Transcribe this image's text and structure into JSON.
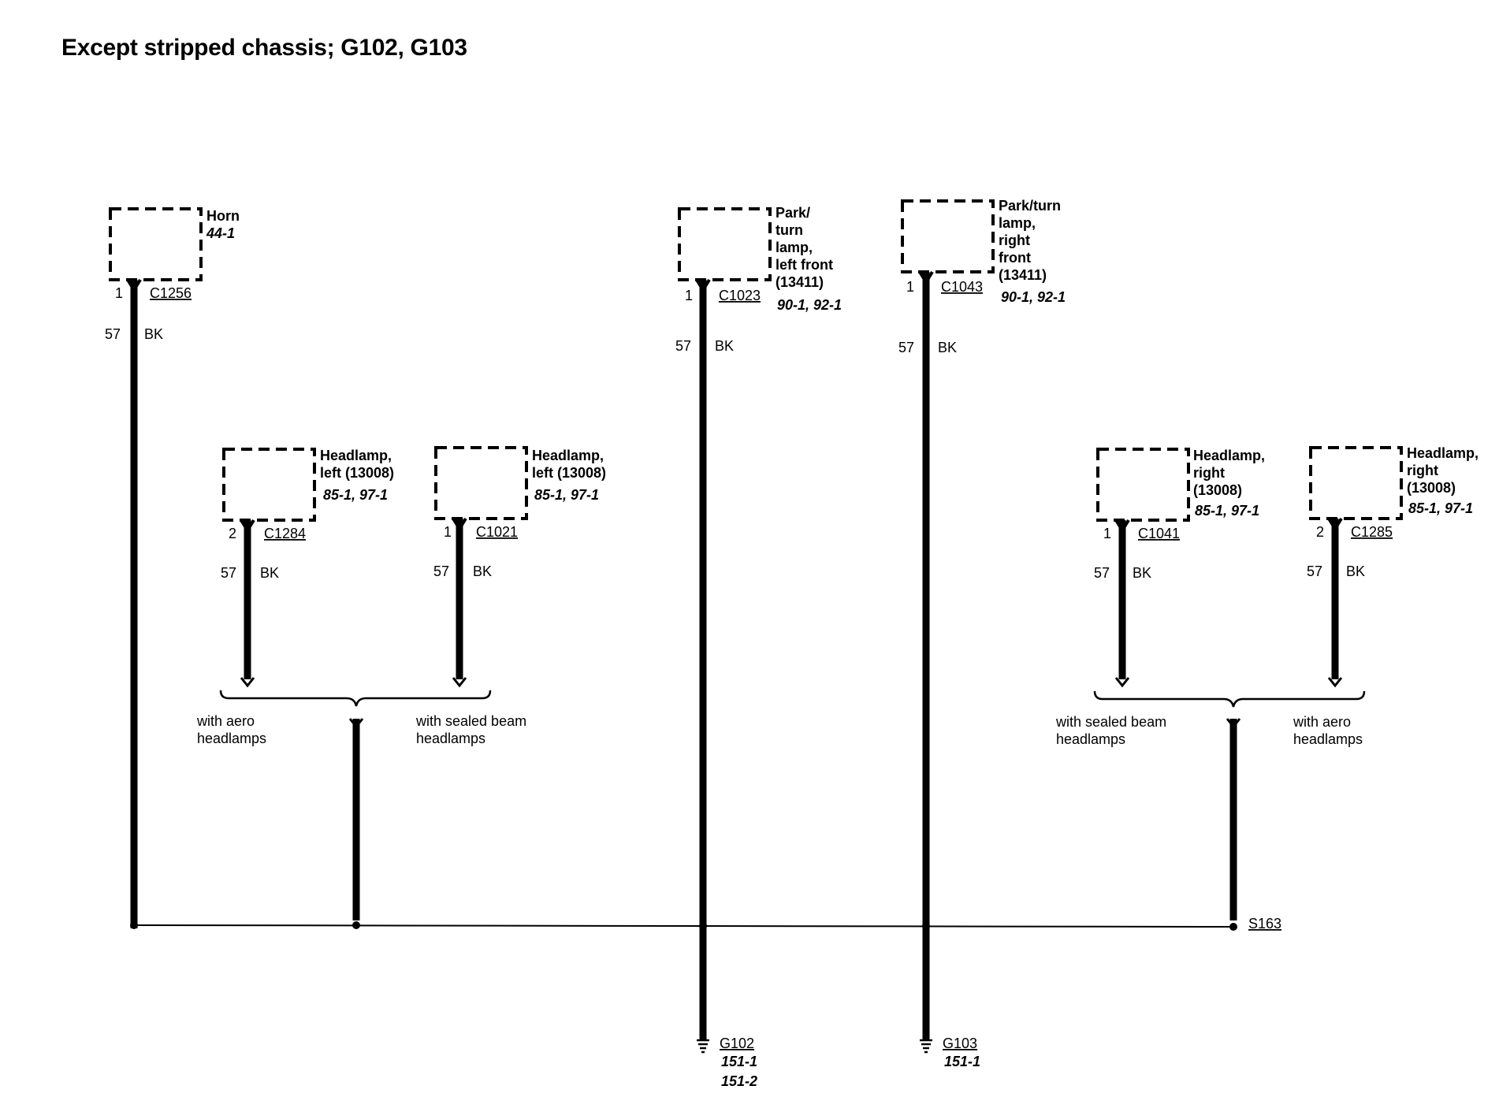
{
  "title": "Except stripped chassis; G102, G103",
  "components": {
    "horn": {
      "name": "Horn",
      "ref": "44-1",
      "pin": "1",
      "connector": "C1256",
      "circuit": "57",
      "color": "BK"
    },
    "hl_left_aero": {
      "name1": "Headlamp,",
      "name2": "left (13008)",
      "ref": "85-1, 97-1",
      "pin": "2",
      "connector": "C1284",
      "circuit": "57",
      "color": "BK"
    },
    "hl_left_sealed": {
      "name1": "Headlamp,",
      "name2": "left (13008)",
      "ref": "85-1, 97-1",
      "pin": "1",
      "connector": "C1021",
      "circuit": "57",
      "color": "BK"
    },
    "park_left": {
      "name1": "Park/",
      "name2": "turn",
      "name3": "lamp,",
      "name4": "left front",
      "name5": "(13411)",
      "ref": "90-1, 92-1",
      "pin": "1",
      "connector": "C1023",
      "circuit": "57",
      "color": "BK"
    },
    "park_right": {
      "name1": "Park/turn",
      "name2": "lamp,",
      "name3": "right",
      "name4": "front",
      "name5": "(13411)",
      "ref": "90-1, 92-1",
      "pin": "1",
      "connector": "C1043",
      "circuit": "57",
      "color": "BK"
    },
    "hl_right_sealed": {
      "name1": "Headlamp,",
      "name2": "right",
      "name3": "(13008)",
      "ref": "85-1, 97-1",
      "pin": "1",
      "connector": "C1041",
      "circuit": "57",
      "color": "BK"
    },
    "hl_right_aero": {
      "name1": "Headlamp,",
      "name2": "right",
      "name3": "(13008)",
      "ref": "85-1, 97-1",
      "pin": "2",
      "connector": "C1285",
      "circuit": "57",
      "color": "BK"
    }
  },
  "options": {
    "left_aero1": "with aero",
    "left_aero2": "headlamps",
    "left_sealed1": "with sealed beam",
    "left_sealed2": "headlamps",
    "right_sealed1": "with sealed beam",
    "right_sealed2": "headlamps",
    "right_aero1": "with aero",
    "right_aero2": "headlamps"
  },
  "splice": {
    "id": "S163"
  },
  "grounds": {
    "g102": {
      "id": "G102",
      "ref1": "151-1",
      "ref2": "151-2"
    },
    "g103": {
      "id": "G103",
      "ref1": "151-1"
    }
  }
}
